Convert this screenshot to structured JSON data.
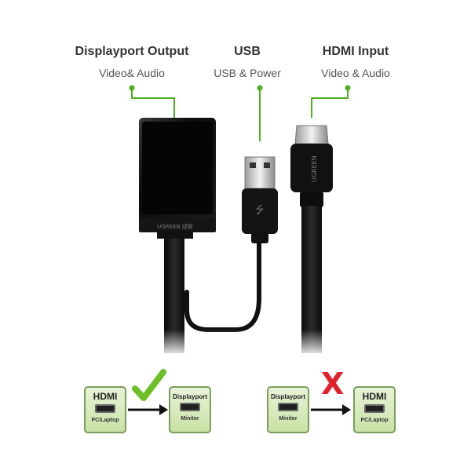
{
  "labels": {
    "displayport": {
      "title": "Displayport Output",
      "sub": "Video& Audio"
    },
    "usb": {
      "title": "USB",
      "sub": "USB & Power"
    },
    "hdmi": {
      "title": "HDMI Input",
      "sub": "Video & Audio"
    }
  },
  "product": {
    "brand_box": "UGREEN 绿联",
    "brand_plug": "UGREEN"
  },
  "diagram_left": {
    "status": "check",
    "source": {
      "title": "HDMI",
      "sub": "PC/Laptop"
    },
    "target": {
      "title": "Displayport",
      "sub": "Minitor"
    }
  },
  "diagram_right": {
    "status": "cross",
    "cross_symbol": "X",
    "source": {
      "title": "Displayport",
      "sub": "Minitor"
    },
    "target": {
      "title": "HDMI",
      "sub": "PC/Laptop"
    }
  },
  "colors": {
    "accent_green": "#4caf1e",
    "check_green": "#6cc026",
    "cross_red": "#e0202a",
    "box_green": "#c9e2a6"
  }
}
